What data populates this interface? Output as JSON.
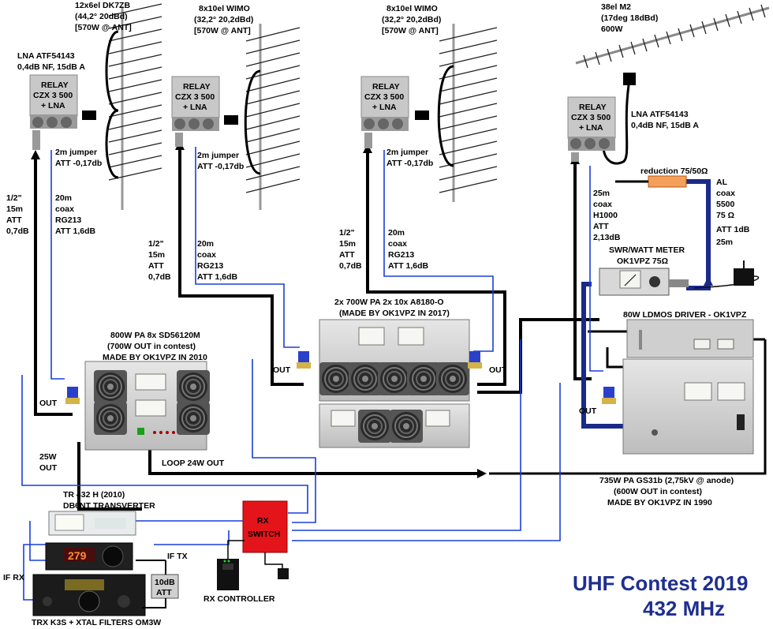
{
  "title": {
    "line1": "UHF Contest 2019",
    "line2": "432 MHz"
  },
  "antennas": {
    "a1": [
      "12x6el DK7ZB",
      "(44,2° 20dBd)",
      "[570W @ ANT]"
    ],
    "a2": [
      "8x10el WIMO",
      "(32,2° 20,2dBd)",
      "[570W @ ANT]"
    ],
    "a3": [
      "8x10el WIMO",
      "(32,2° 20,2dBd)",
      "[570W @ ANT]"
    ],
    "a4": [
      "38el M2",
      "(17deg 18dBd)",
      "600W"
    ]
  },
  "relay": [
    "RELAY",
    "CZX 3 500",
    "+ LNA"
  ],
  "lna1": [
    "LNA ATF54143",
    "0,4dB NF, 15dB A"
  ],
  "lna4": [
    "LNA ATF54143",
    "0,4dB NF, 15dB A"
  ],
  "jumper": [
    "2m jumper",
    "ATT -0,17db"
  ],
  "feed_half": [
    "1/2\"",
    "15m",
    "ATT",
    "0,7dB"
  ],
  "feed_rg213": [
    "20m",
    "coax",
    "RG213",
    "ATT 1,6dB"
  ],
  "feed_h1000": [
    "25m",
    "coax",
    "H1000",
    "ATT",
    "2,13dB"
  ],
  "feed_al": [
    "AL",
    "coax",
    "5500",
    "75 Ω",
    "ATT 1dB",
    "25m"
  ],
  "reduction": "reduction 75/50Ω",
  "swr": [
    "SWR/WATT METER",
    "OK1VPZ 75Ω"
  ],
  "pa800": [
    "800W PA 8x SD56120M",
    "(700W OUT in contest)",
    "MADE BY OK1VPZ IN 2010"
  ],
  "pa700": [
    "2x 700W PA   2x 10x A8180-O",
    "(MADE BY OK1VPZ IN 2017)"
  ],
  "ldmos": "80W LDMOS DRIVER - OK1VPZ",
  "pa735": [
    "735W PA GS31b (2,75kV @ anode)",
    "(600W OUT in contest)",
    "MADE BY OK1VPZ IN 1990"
  ],
  "out": "OUT",
  "loop": "LOOP 24W OUT",
  "w25": [
    "25W",
    "OUT"
  ],
  "transverter": [
    "TR 432 H (2010)",
    "DB6NT TRANSVERTER"
  ],
  "rx_switch": [
    "RX",
    "SWITCH"
  ],
  "rx_controller": "RX CONTROLLER",
  "if_tx": "IF TX",
  "if_rx": "IF RX",
  "att10": [
    "10dB",
    "ATT"
  ],
  "trx": "TRX K3S + XTAL FILTERS OM3W",
  "trx_display": "279",
  "colors": {
    "blue_line": "#1a3fd8",
    "black_line": "#000000",
    "label_blue": "#1a1aa6",
    "title": "#1f2f8f",
    "rx_switch": "#e4141b"
  }
}
